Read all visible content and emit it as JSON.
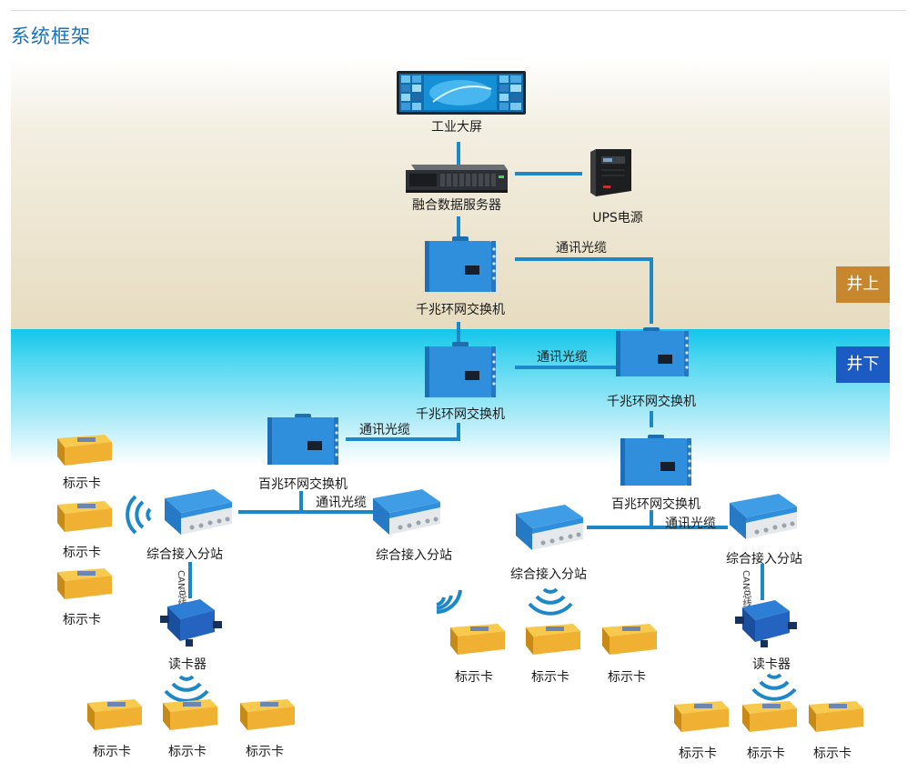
{
  "header": {
    "title": "系统框架"
  },
  "zones": {
    "above": "井上",
    "below": "井下"
  },
  "labels": {
    "screen": "工业大屏",
    "server": "融合数据服务器",
    "ups": "UPS电源",
    "gigabit_switch": "千兆环网交换机",
    "hundred_switch": "百兆环网交换机",
    "substation": "综合接入分站",
    "reader": "读卡器",
    "tag": "标示卡",
    "fiber": "通讯光缆",
    "can": "CAN总线"
  },
  "colors": {
    "link": "#1c88c8",
    "device_blue": "#2f8fdc",
    "tag_yellow": "#f0b132",
    "zone_above": "#c8862d",
    "zone_below": "#1d5bc4"
  }
}
